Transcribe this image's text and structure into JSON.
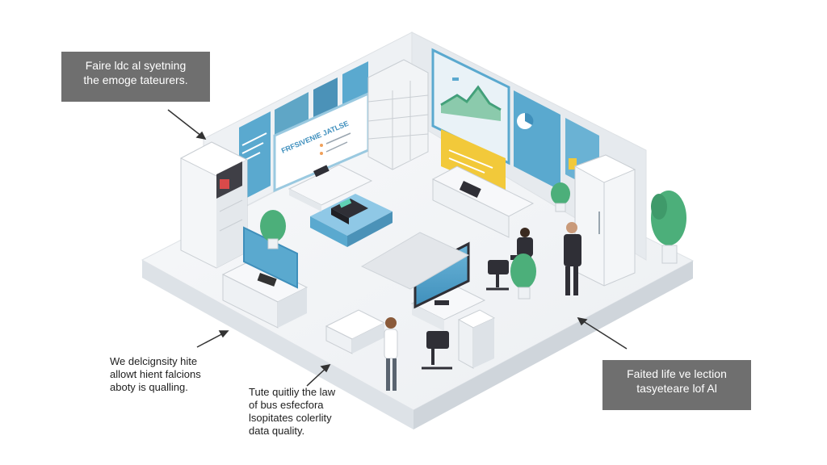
{
  "callouts": {
    "top_left": {
      "lines": [
        "Faire ldc al syetning",
        "the emoge tateurers."
      ]
    },
    "middle_left": {
      "lines": [
        "We delcignsity hite",
        "allowt hient falcions",
        "aboty is qualling."
      ]
    },
    "bottom_center": {
      "lines": [
        "Tute quitliy the law",
        "of bus esfecfora",
        "lsopitates colerlity",
        "data quality."
      ]
    },
    "right": {
      "lines": [
        "Faited life ve lection",
        "tasyeteare lof Al"
      ]
    }
  },
  "screens": {
    "main_display_title": "FRFSIVENIE JATLSE"
  },
  "colors": {
    "callout_box": "#6f6f6f",
    "screen_blue": "#5aa9cf",
    "accent_yellow": "#f2c93a",
    "accent_green": "#4caf7a",
    "floor": "#f4f6f8",
    "wall": "#eef1f4"
  }
}
